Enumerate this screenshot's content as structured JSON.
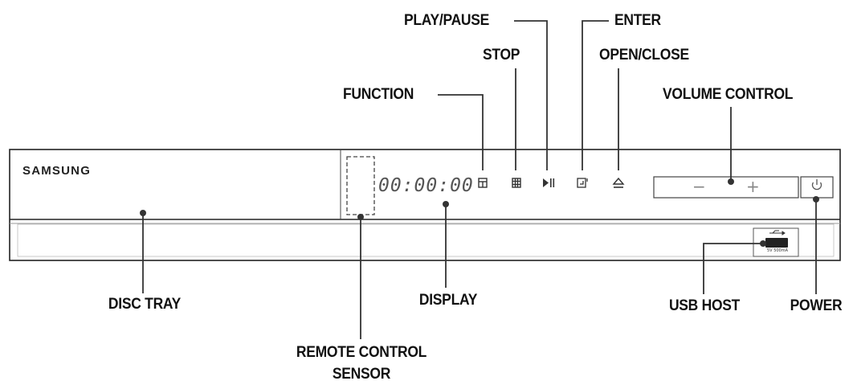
{
  "device": {
    "brand": "SAMSUNG",
    "display_digits": "00:00:00",
    "volume_minus": "−",
    "volume_plus": "+",
    "usb_port_text": "5V 500mA"
  },
  "callouts": {
    "play_pause": "PLAY/PAUSE",
    "enter": "ENTER",
    "stop": "STOP",
    "open_close": "OPEN/CLOSE",
    "function": "FUNCTION",
    "volume_control": "VOLUME CONTROL",
    "disc_tray": "DISC TRAY",
    "display": "DISPLAY",
    "usb_host": "USB HOST",
    "power": "POWER",
    "remote_sensor_line1": "REMOTE CONTROL",
    "remote_sensor_line2": "SENSOR"
  },
  "icons": {
    "function": "function-icon",
    "stop": "stop-icon",
    "play_pause": "play-pause-icon",
    "enter": "enter-icon",
    "open_close": "eject-icon",
    "power": "power-icon",
    "usb": "usb-icon"
  }
}
